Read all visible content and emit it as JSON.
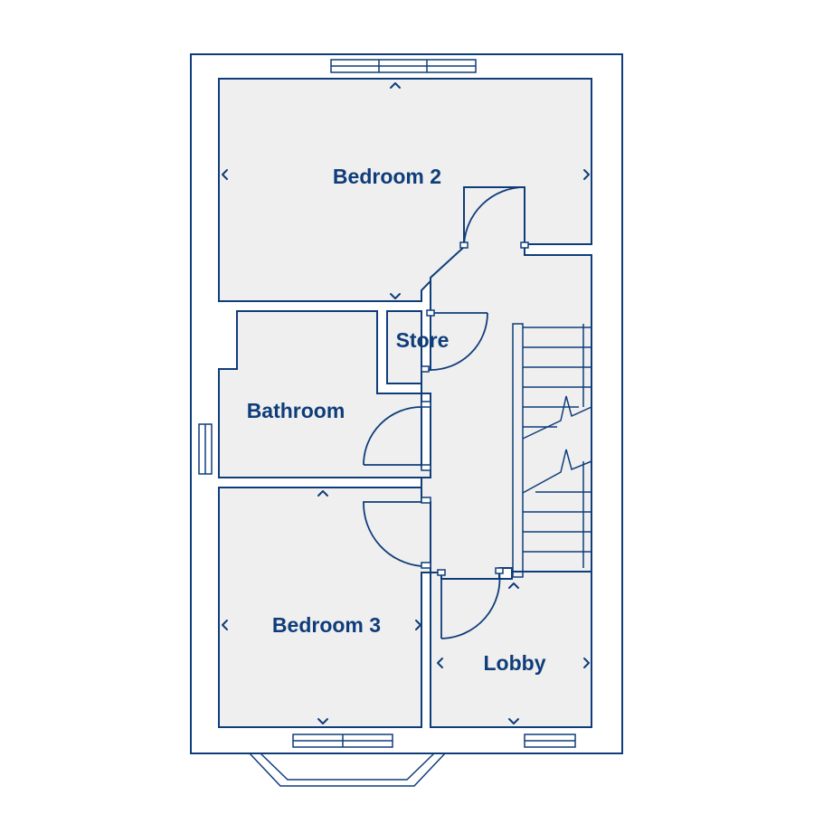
{
  "rooms": {
    "bedroom2": "Bedroom 2",
    "store": "Store",
    "bathroom": "Bathroom",
    "bedroom3": "Bedroom 3",
    "lobby": "Lobby"
  },
  "colors": {
    "line": "#0f3d7a",
    "room_fill": "#efefef",
    "background": "#ffffff"
  }
}
